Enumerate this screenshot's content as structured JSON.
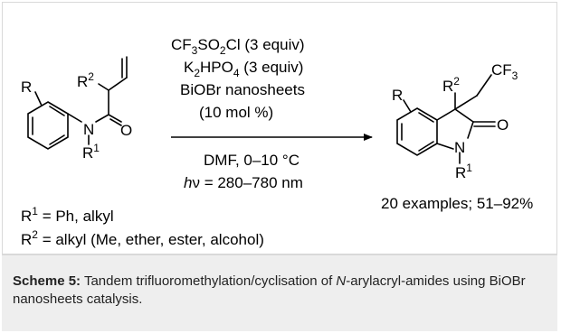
{
  "scheme": {
    "reagents": {
      "line1": {
        "a": "CF",
        "a_sub": "3",
        "b": "SO",
        "b_sub": "2",
        "c": "Cl (3 equiv)"
      },
      "line2": {
        "a": "K",
        "a_sub": "2",
        "b": "HPO",
        "b_sub": "4",
        "c": " (3 equiv)"
      },
      "line3": "BiOBr nanosheets",
      "line4": "(10 mol %)"
    },
    "conditions": {
      "line1": "DMF, 0–10 °C",
      "line2": {
        "h": "h",
        "nu": "ν",
        "rest": " = 280–780 nm"
      }
    },
    "reactant": {
      "ring_substituent": "R",
      "alkene_substituent": {
        "base": "R",
        "sup": "2"
      },
      "nitrogen": "N",
      "oxygen": "O",
      "n_substituent": {
        "base": "R",
        "sup": "1"
      }
    },
    "product": {
      "ring_substituent": "R",
      "c3_substituent": {
        "base": "R",
        "sup": "2"
      },
      "cf3": {
        "base": "CF",
        "sub": "3"
      },
      "oxygen": "O",
      "nitrogen": "N",
      "n_substituent": {
        "base": "R",
        "sup": "1"
      }
    },
    "r1_definition": {
      "base": "R",
      "sup": "1",
      "rest": " = Ph, alkyl"
    },
    "r2_definition": {
      "base": "R",
      "sup": "2",
      "rest": " = alkyl (Me, ether, ester, alcohol)"
    },
    "yield_note": "20 examples; 51–92%"
  },
  "caption": {
    "label": "Scheme 5:",
    "text_before": " Tandem trifluoromethylation/cyclisation of ",
    "italic": "N",
    "text_after": "-arylacryl-amides using BiOBr nanosheets catalysis."
  }
}
